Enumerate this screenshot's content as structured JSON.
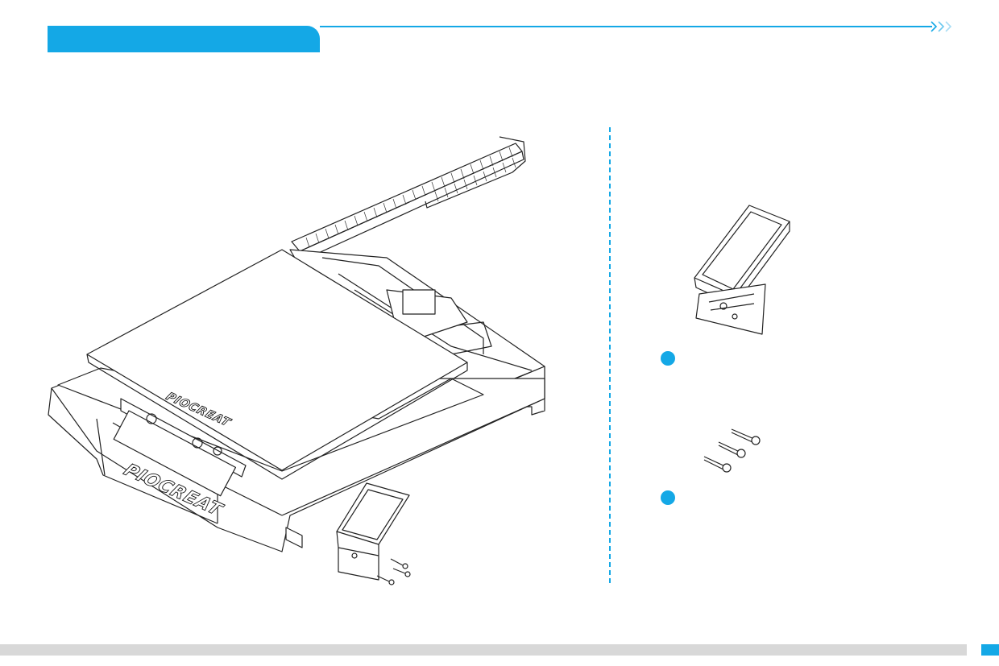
{
  "header": {
    "tab_color": "#14a8e6",
    "chevron_icon": "double-chevron-right-icon"
  },
  "illustration": {
    "printer_brand_plate": "PIOCREAT",
    "printer_brand_bed": "PIOCREAT"
  },
  "steps": [
    {
      "marker": "step-1-dot",
      "item": "touchscreen-with-bracket"
    },
    {
      "marker": "step-2-dot",
      "item": "screws-x3"
    }
  ],
  "colors": {
    "accent": "#14a8e6",
    "footer_bar": "#d8d8d8"
  }
}
